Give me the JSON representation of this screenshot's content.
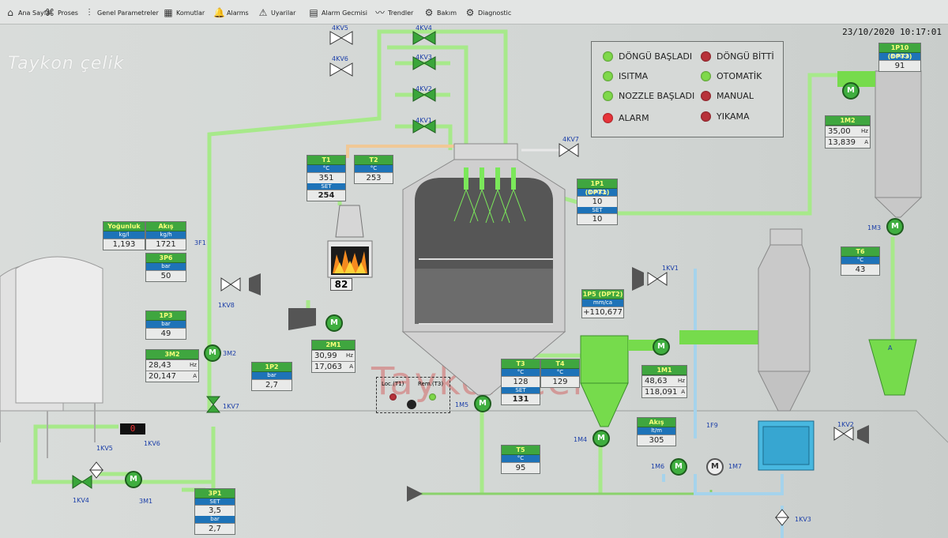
{
  "nav": {
    "home": "Ana Sayfa",
    "process": "Proses",
    "params": "Genel Parametreler",
    "commands": "Komutlar",
    "alarms": "Alarms",
    "warnings": "Uyarilar",
    "alarm_history": "Alarm Gecmisi",
    "trends": "Trendler",
    "maintenance": "Bakım",
    "diagnostic": "Diagnostic"
  },
  "datetime": "23/10/2020 10:17:01",
  "brand": "Taykon çelik",
  "brand_watermark": "Taykon çelik",
  "legend": {
    "items": [
      {
        "label": "DÖNGÜ BAŞLADI",
        "color": "#7fd94a"
      },
      {
        "label": "DÖNGÜ BİTTİ",
        "color": "#b8323a"
      },
      {
        "label": "ISITMA",
        "color": "#7fd94a"
      },
      {
        "label": "OTOMATİK",
        "color": "#7fd94a"
      },
      {
        "label": "NOZZLE BAŞLADI",
        "color": "#7fd94a"
      },
      {
        "label": "MANUAL",
        "color": "#b8323a"
      },
      {
        "label": "ALARM",
        "color": "#e8343a"
      },
      {
        "label": "YIKAMA",
        "color": "#b8323a"
      }
    ]
  },
  "instruments": {
    "t1": {
      "title": "T1",
      "unit": "°C",
      "value": "351",
      "set_label": "SET",
      "set": "254"
    },
    "t2": {
      "title": "T2",
      "unit": "°C",
      "value": "253"
    },
    "p1": {
      "title": "1P1 (DPT1)",
      "unit": "mm/ca",
      "value": "10",
      "set_label": "SET",
      "set": "10"
    },
    "p10": {
      "title": "1P10 (DPT3)",
      "unit": "mm/ca",
      "value": "91"
    },
    "p5": {
      "title": "1P5 (DPT2)",
      "unit": "mm/ca",
      "value": "+110,677"
    },
    "t6": {
      "title": "T6",
      "unit": "°C",
      "value": "43"
    },
    "dens": {
      "title": "Yoğunluk",
      "unit": "kg/l",
      "value": "1,193"
    },
    "flow1": {
      "title": "Akış",
      "unit": "kg/h",
      "value": "1721"
    },
    "p6": {
      "title": "3P6",
      "unit": "bar",
      "value": "50"
    },
    "p3": {
      "title": "1P3",
      "unit": "bar",
      "value": "49"
    },
    "p2": {
      "title": "1P2",
      "unit": "bar",
      "value": "2,7"
    },
    "p1b": {
      "title": "3P1",
      "set_label": "SET",
      "set": "3,5",
      "unit": "bar",
      "value": "2,7"
    },
    "t3": {
      "title": "T3",
      "unit": "°C",
      "value": "128",
      "set_label": "SET",
      "set": "131"
    },
    "t4": {
      "title": "T4",
      "unit": "°C",
      "value": "129"
    },
    "t5": {
      "title": "T5",
      "unit": "°C",
      "value": "95"
    },
    "flow2": {
      "title": "Akış",
      "unit": "lt/m",
      "value": "305"
    }
  },
  "drives": {
    "m3m2": {
      "title": "3M2",
      "hz": "28,43",
      "a": "20,147"
    },
    "m2m1": {
      "title": "2M1",
      "hz": "30,99",
      "a": "17,063"
    },
    "m1m2": {
      "title": "1M2",
      "hz": "35,00",
      "a": "13,839"
    },
    "m1m1": {
      "title": "1M1",
      "hz": "48,63",
      "a": "118,091"
    },
    "hz_unit": "Hz",
    "a_unit": "A"
  },
  "labels": {
    "k4kv5": "4KV5",
    "k4kv6": "4KV6",
    "k4kv4": "4KV4",
    "k4kv3": "4KV3",
    "k4kv2": "4KV2",
    "k4kv1": "4KV1",
    "k4kv7": "4KV7",
    "k1kv8": "1KV8",
    "k1kv7": "1KV7",
    "k1kv6": "1KV6",
    "k1kv5": "1KV5",
    "k1kv4": "1KV4",
    "k1kv1": "1KV1",
    "k1kv2": "1KV2",
    "k1kv3": "1KV3",
    "m3m1": "3M1",
    "m3m2": "3M2",
    "m1m5": "1M5",
    "m1m4": "1M4",
    "m1m6": "1M6",
    "m1m7": "1M7",
    "m1m3": "1M3",
    "f3f1": "3F1",
    "f1f9": "1F9",
    "burner_value": "82",
    "counter": "0",
    "loc": "Loc.(T1)",
    "rem": "Rem.(T3)",
    "a_tank": "A",
    "motor_letter": "M"
  }
}
